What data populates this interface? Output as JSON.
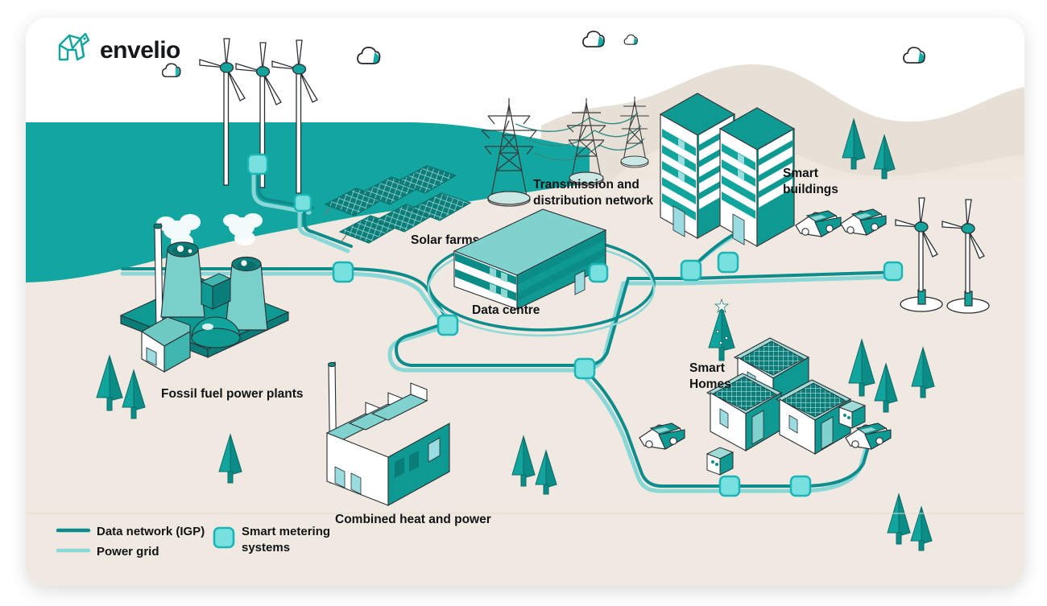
{
  "brand": {
    "name": "envelio",
    "logo_icon": "envelio-elephant-logo-icon"
  },
  "colors": {
    "sea": "#13A5A0",
    "ground": "#EDE7DF",
    "hill": "#E6DFD6",
    "card_bg": "#F2EEE8",
    "data_network": "#0E8C8C",
    "power_grid": "#8AD7D7",
    "node_fill": "#79E0E0",
    "node_stroke": "#1BB5B5",
    "teal_dark": "#0C8F8C",
    "teal_mid": "#16A9A2",
    "teal_light": "#7DD2CC",
    "teal_pale": "#A9E2DE",
    "text": "#111315",
    "white": "#FFFFFF"
  },
  "labels": {
    "solar_farms": "Solar farms",
    "transmission": "Transmission and\ndistribution network",
    "transmission_line1": "Transmission and",
    "transmission_line2": "distribution network",
    "smart_buildings_line1": "Smart",
    "smart_buildings_line2": "buildings",
    "data_centre": "Data centre",
    "smart_homes_line1": "Smart",
    "smart_homes_line2": "Homes",
    "fossil_fuel": "Fossil fuel power plants",
    "chp": "Combined heat and power"
  },
  "legend": {
    "items": [
      {
        "label": "Data network (IGP)",
        "type": "line",
        "color": "#0E8C8C",
        "icon": "line-swatch-icon"
      },
      {
        "label": "Power grid",
        "type": "line",
        "color": "#8AD7D7",
        "icon": "line-swatch-icon"
      }
    ],
    "node_item": {
      "label_line1": "Smart metering",
      "label_line2": "systems",
      "icon": "smart-meter-node-icon",
      "fill": "#79E0E0",
      "stroke": "#1BB5B5"
    }
  },
  "scene": {
    "elements": [
      "offshore-wind-farm",
      "solar-farms",
      "transmission-towers",
      "smart-buildings",
      "data-centre",
      "fossil-fuel-power-plant",
      "combined-heat-and-power",
      "smart-homes",
      "onshore-wind-turbines",
      "electric-vehicles",
      "ev-chargers",
      "trees",
      "clouds"
    ],
    "counts": {
      "offshore_turbines": 3,
      "onshore_turbines": 2,
      "solar_panels": 6,
      "transmission_towers": 3,
      "smart_buildings": 2,
      "smart_homes": 3,
      "cooling_towers": 2,
      "clouds": 5,
      "smart_meter_nodes": 12
    }
  }
}
